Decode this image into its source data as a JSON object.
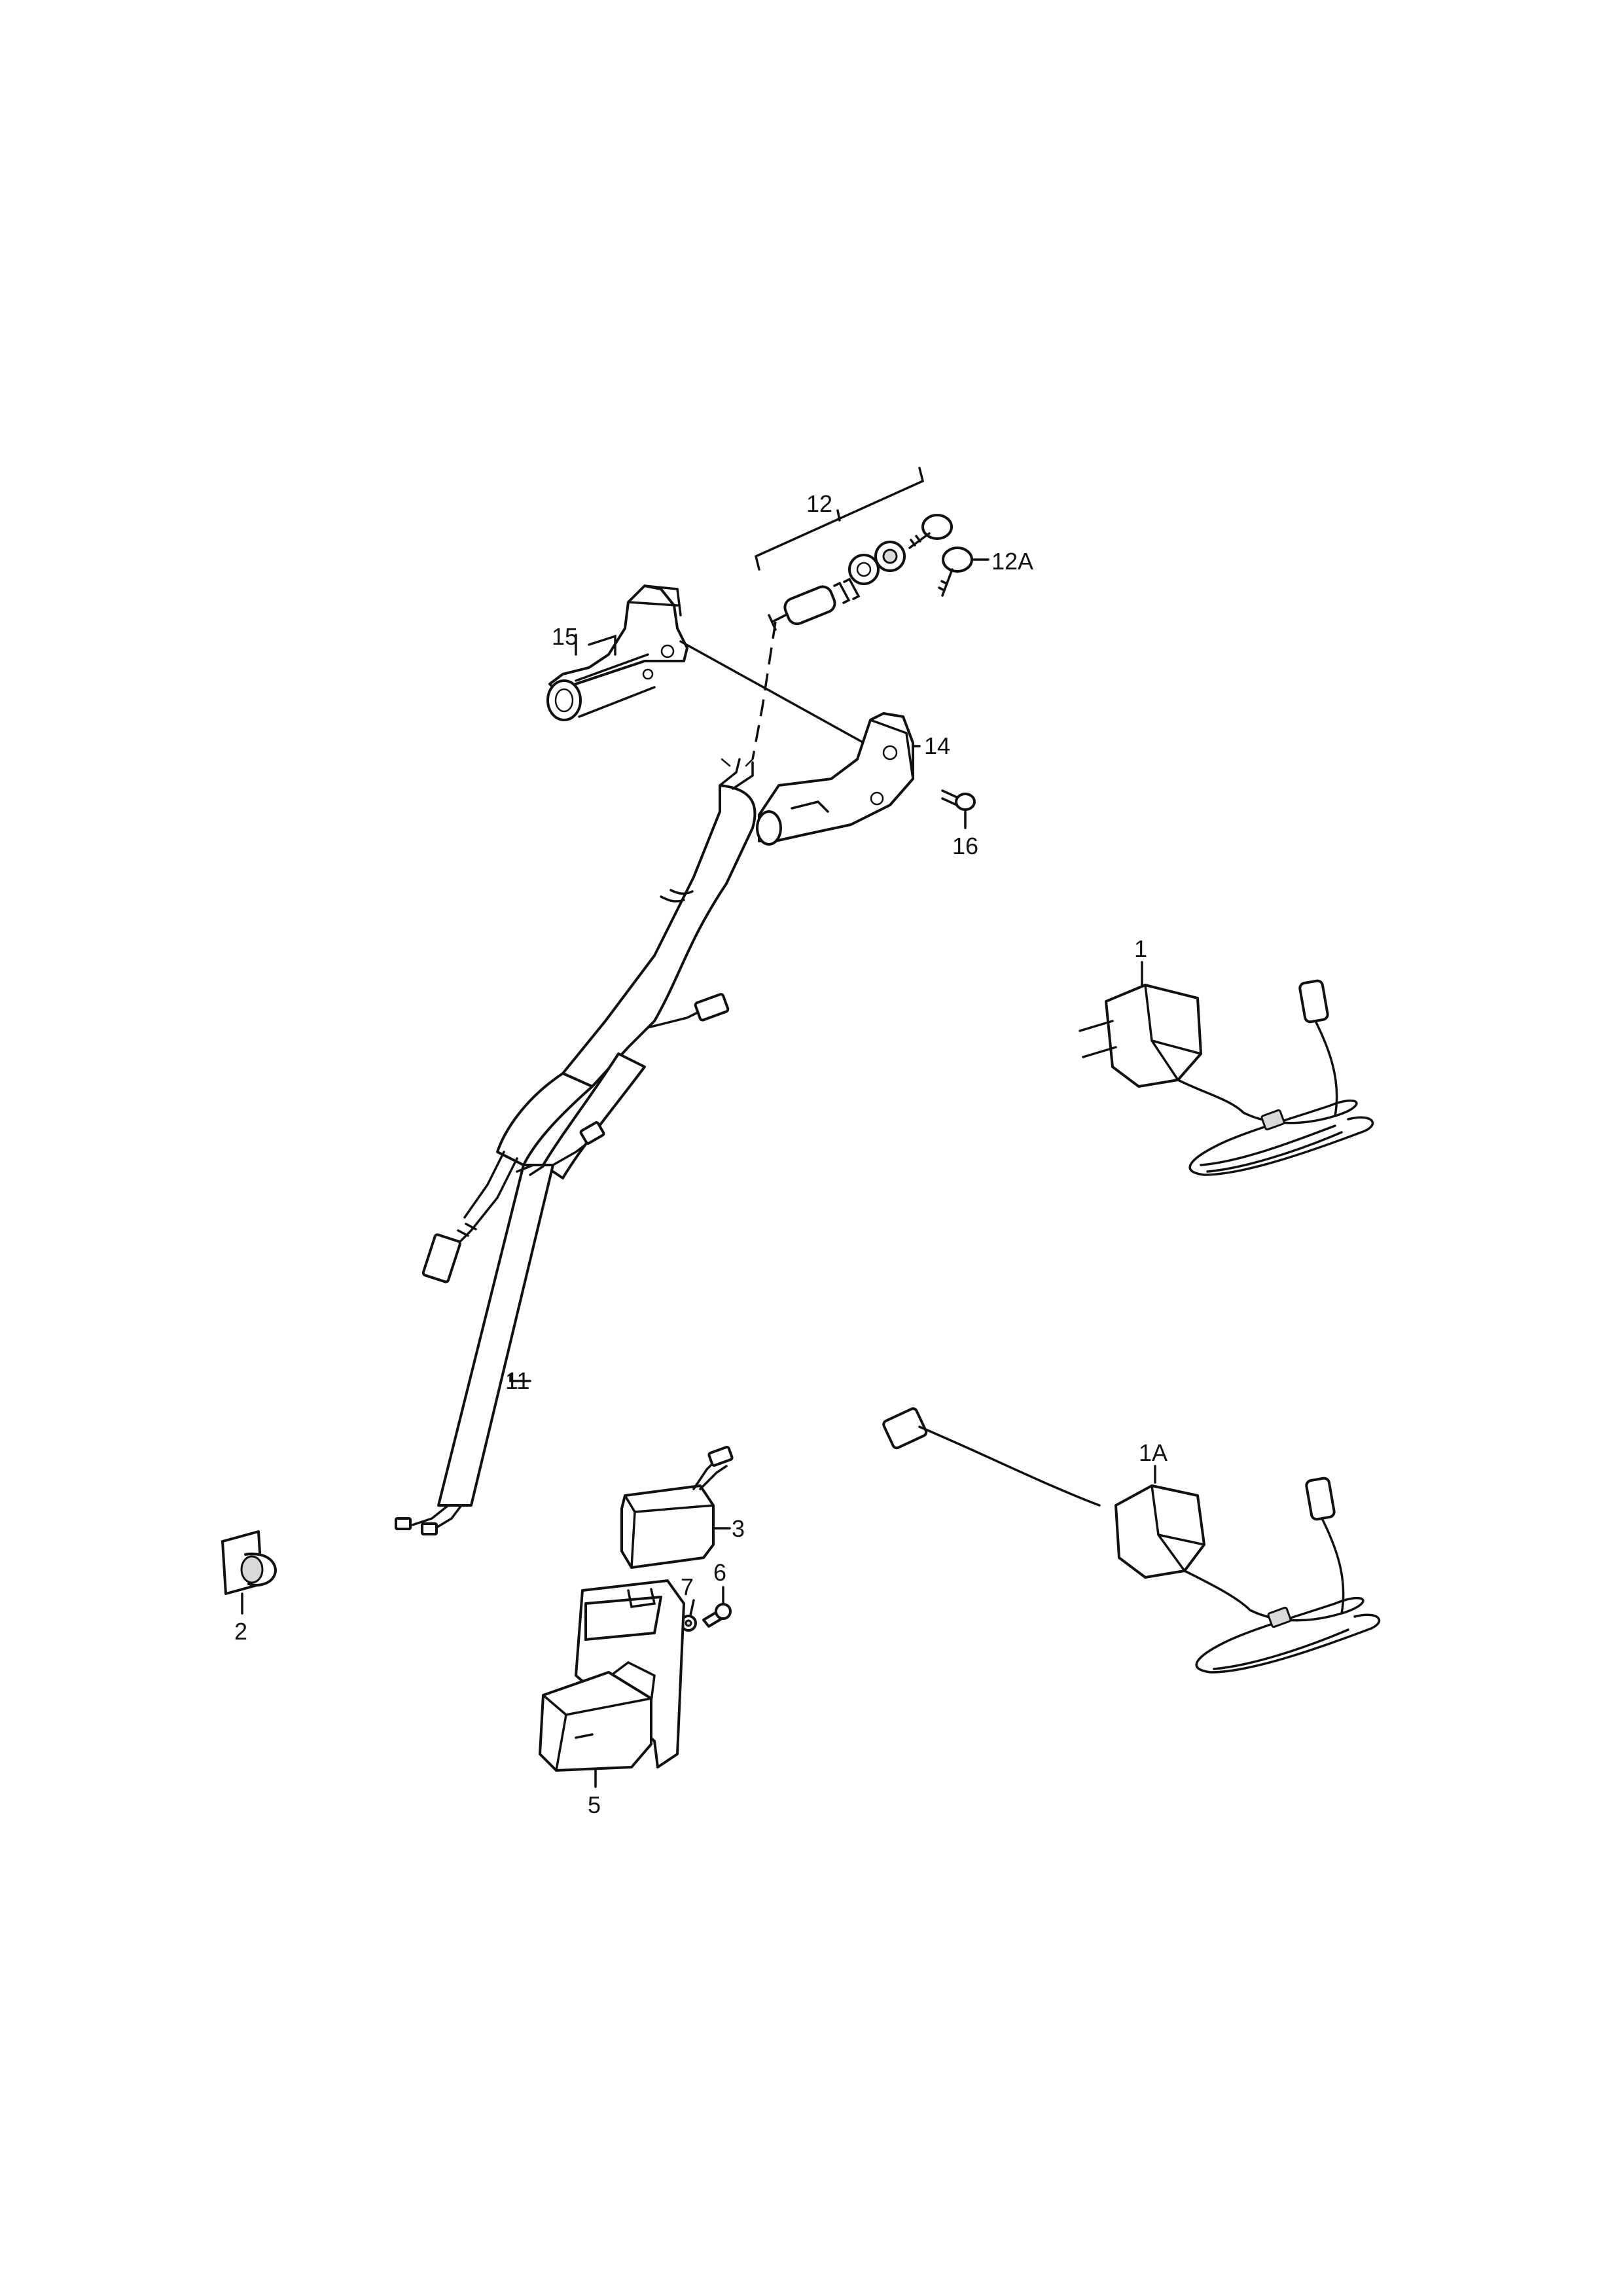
{
  "callouts": {
    "c12": "12",
    "c12a": "12A",
    "c15": "15",
    "c14": "14",
    "c16": "16",
    "c1": "1",
    "c11": "11",
    "c1a": "1A",
    "c3": "3",
    "c7": "7",
    "c6": "6",
    "c2": "2",
    "c5": "5"
  },
  "colors": {
    "ink": "#111111",
    "paper": "#ffffff",
    "shade": "#d9d9d9"
  }
}
